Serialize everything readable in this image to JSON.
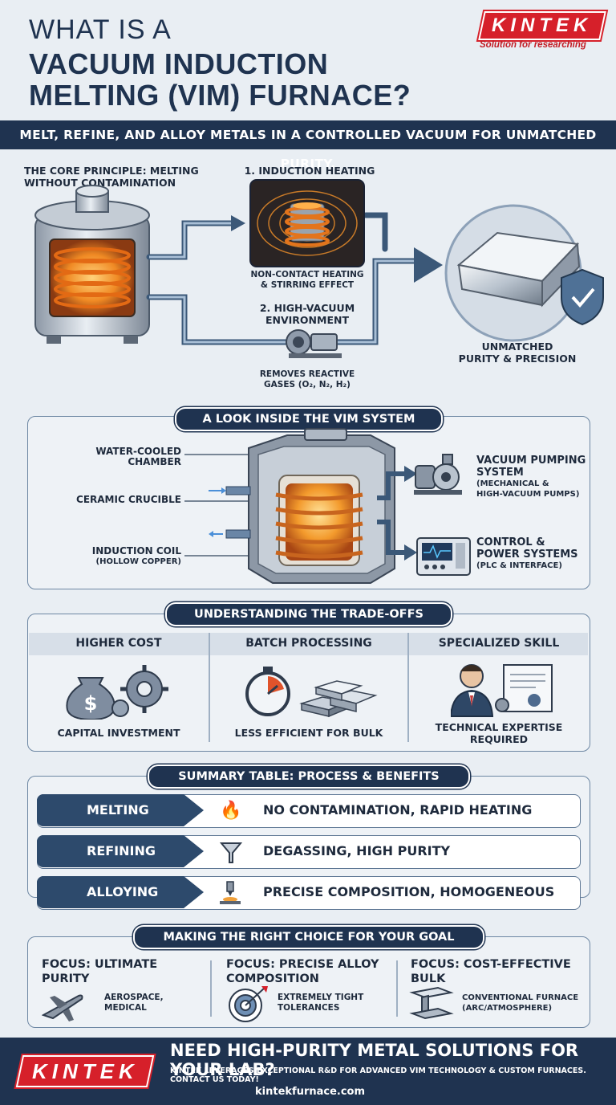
{
  "header": {
    "title_line1": "WHAT IS A",
    "title_line2": "VACUUM INDUCTION",
    "title_line3": "MELTING (VIM) FURNACE?",
    "brand": "KINTEK",
    "tagline": "Solution for researching"
  },
  "banner": "MELT, REFINE, AND ALLOY METALS IN A CONTROLLED VACUUM FOR UNMATCHED PURITY.",
  "principle": {
    "title_line1": "THE CORE PRINCIPLE: MELTING",
    "title_line2": "WITHOUT CONTAMINATION",
    "step1_title": "1. INDUCTION HEATING",
    "step1_desc_line1": "NON-CONTACT HEATING",
    "step1_desc_line2": "& STIRRING EFFECT",
    "step2_title_line1": "2. HIGH-VACUUM",
    "step2_title_line2": "ENVIRONMENT",
    "step2_desc_line1": "REMOVES REACTIVE",
    "step2_desc_line2": "GASES (O₂, N₂, H₂)",
    "result_line1": "UNMATCHED",
    "result_line2": "PURITY & PRECISION"
  },
  "inside": {
    "title": "A LOOK INSIDE THE VIM SYSTEM",
    "water_chamber_line1": "WATER-COOLED",
    "water_chamber_line2": "CHAMBER",
    "crucible": "CERAMIC CRUCIBLE",
    "coil_line1": "INDUCTION COIL",
    "coil_line2": "(HOLLOW COPPER)",
    "pump_line1": "VACUUM PUMPING",
    "pump_line2": "SYSTEM",
    "pump_line3": "(MECHANICAL &",
    "pump_line4": "HIGH-VACUUM PUMPS)",
    "control_line1": "CONTROL &",
    "control_line2": "POWER SYSTEMS",
    "control_line3": "(PLC & INTERFACE)"
  },
  "tradeoffs": {
    "title": "UNDERSTANDING THE TRADE-OFFS",
    "cols": [
      {
        "head": "HIGHER COST",
        "foot": "CAPITAL INVESTMENT"
      },
      {
        "head": "BATCH PROCESSING",
        "foot": "LESS EFFICIENT FOR BULK"
      },
      {
        "head": "SPECIALIZED SKILL",
        "foot_line1": "TECHNICAL EXPERTISE",
        "foot_line2": "REQUIRED"
      }
    ]
  },
  "summary": {
    "title": "SUMMARY TABLE: PROCESS & BENEFITS",
    "rows": [
      {
        "process": "MELTING",
        "benefit": "NO CONTAMINATION, RAPID HEATING",
        "icon": "flame-icon"
      },
      {
        "process": "REFINING",
        "benefit": "DEGASSING, HIGH PURITY",
        "icon": "funnel-icon"
      },
      {
        "process": "ALLOYING",
        "benefit": "PRECISE COMPOSITION, HOMOGENEOUS",
        "icon": "beaker-icon"
      }
    ]
  },
  "choice": {
    "title": "MAKING THE RIGHT CHOICE FOR YOUR GOAL",
    "cols": [
      {
        "head_line1": "FOCUS: ULTIMATE",
        "head_line2": "PURITY",
        "sub_line1": "AEROSPACE,",
        "sub_line2": "MEDICAL"
      },
      {
        "head_line1": "FOCUS: PRECISE ALLOY",
        "head_line2": "COMPOSITION",
        "sub_line1": "EXTREMELY TIGHT",
        "sub_line2": "TOLERANCES"
      },
      {
        "head_line1": "FOCUS: COST-EFFECTIVE",
        "head_line2": "BULK",
        "sub_line1": "CONVENTIONAL FURNACE",
        "sub_line2": "(ARC/ATMOSPHERE)"
      }
    ]
  },
  "footer": {
    "brand": "KINTEK",
    "headline": "NEED HIGH-PURITY METAL SOLUTIONS FOR YOUR LAB?",
    "sub": "KINTEK LEVERAGES EXCEPTIONAL R&D FOR ADVANCED VIM TECHNOLOGY & CUSTOM FURNACES. CONTACT US TODAY!",
    "url": "kintekfurnace.com"
  }
}
